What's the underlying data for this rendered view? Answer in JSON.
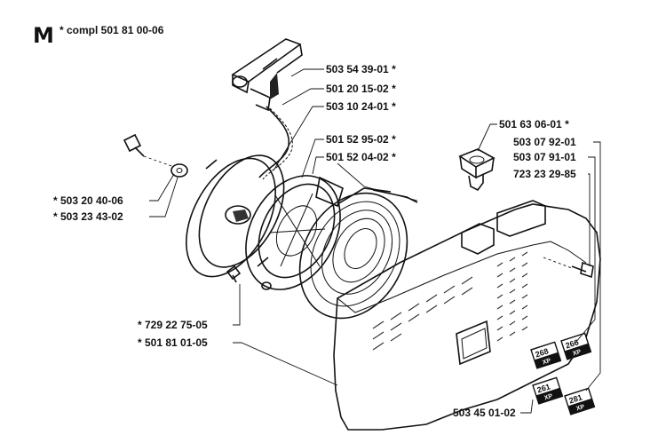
{
  "header": {
    "section_letter": "M",
    "compl_text": "*  compl 501 81 00-06"
  },
  "labels": {
    "p_503_54_39_01": "503 54 39-01  *",
    "p_501_20_15_02": "501 20 15-02  *",
    "p_503_10_24_01": "503 10 24-01  *",
    "p_501_52_95_02": "501 52 95-02  *",
    "p_501_52_04_02": "501 52 04-02  *",
    "p_501_63_06_01": "501 63 06-01  *",
    "p_503_07_92_01": "503 07 92-01",
    "p_503_07_91_01": "503 07 91-01",
    "p_723_23_29_85": "723 23 29-85",
    "p_503_20_40_06": "*  503 20 40-06",
    "p_503_23_43_02": "*  503 23 43-02",
    "p_729_22_75_05": "*  729 22 75-05",
    "p_501_81_01_05": "*  501 81 01-05",
    "p_503_45_01_02": "503 45 01-02"
  },
  "decals": {
    "decal_268": {
      "number": "268",
      "suffix": "XP"
    },
    "decal_266": {
      "number": "266",
      "suffix": "XP"
    },
    "decal_261": {
      "number": "261",
      "suffix": "XP"
    },
    "decal_281": {
      "number": "281",
      "suffix": "XP"
    }
  }
}
